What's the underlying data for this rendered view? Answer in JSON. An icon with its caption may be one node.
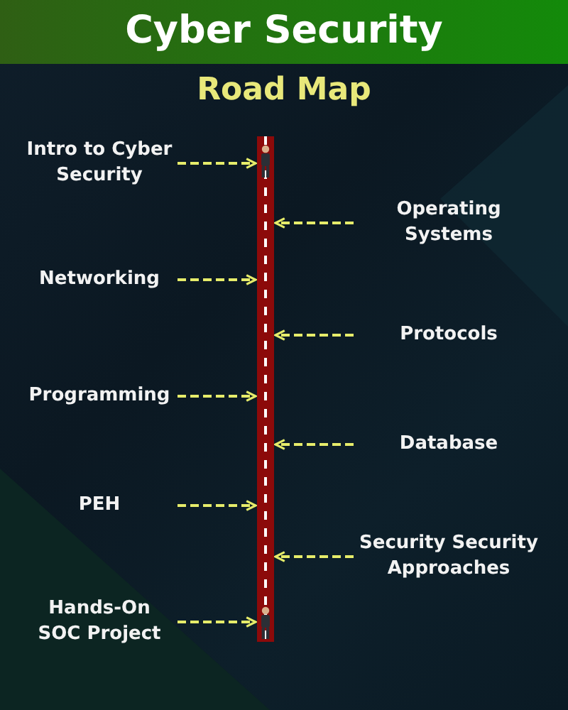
{
  "diagram": {
    "title": "Cyber Security",
    "nodes": [
      {
        "text": [],
        "shape": "bar"
      },
      {
        "text": [
          "Intro to Cyber Security"
        ]
      },
      {
        "text": [
          "Operating Systems"
        ]
      },
      {
        "text": [
          "Networking"
        ]
      },
      {
        "text": [
          "Protocols"
        ]
      },
      {
        "text": [
          "Programming"
        ]
      },
      {
        "text": [
          "Database"
        ]
      },
      {
        "text": [
          "PEH"
        ]
      },
      {
        "text": [
          "Security Security Approaches"
        ]
      },
      {
        "text": [
          "Hands-On SOC Project"
        ]
      }
    ],
    "edges": [
      {
        "from": 1,
        "to": 0,
        "arrow": "to",
        "style": "dashed"
      },
      {
        "from": 2,
        "to": 0,
        "arrow": "to",
        "style": "dashed"
      },
      {
        "from": 3,
        "to": 0,
        "arrow": "to",
        "style": "dashed"
      },
      {
        "from": 4,
        "to": 0,
        "arrow": "to",
        "style": "dashed"
      },
      {
        "from": 5,
        "to": 0,
        "arrow": "to",
        "style": "dashed"
      },
      {
        "from": 6,
        "to": 0,
        "arrow": "to",
        "style": "dashed"
      },
      {
        "from": 7,
        "to": 0,
        "arrow": "to",
        "style": "dashed"
      },
      {
        "from": 8,
        "to": 0,
        "arrow": "to",
        "style": "dashed"
      },
      {
        "from": 9,
        "to": 0,
        "arrow": "to",
        "style": "dashed"
      }
    ],
    "labels": [
      "Road Map"
    ]
  }
}
